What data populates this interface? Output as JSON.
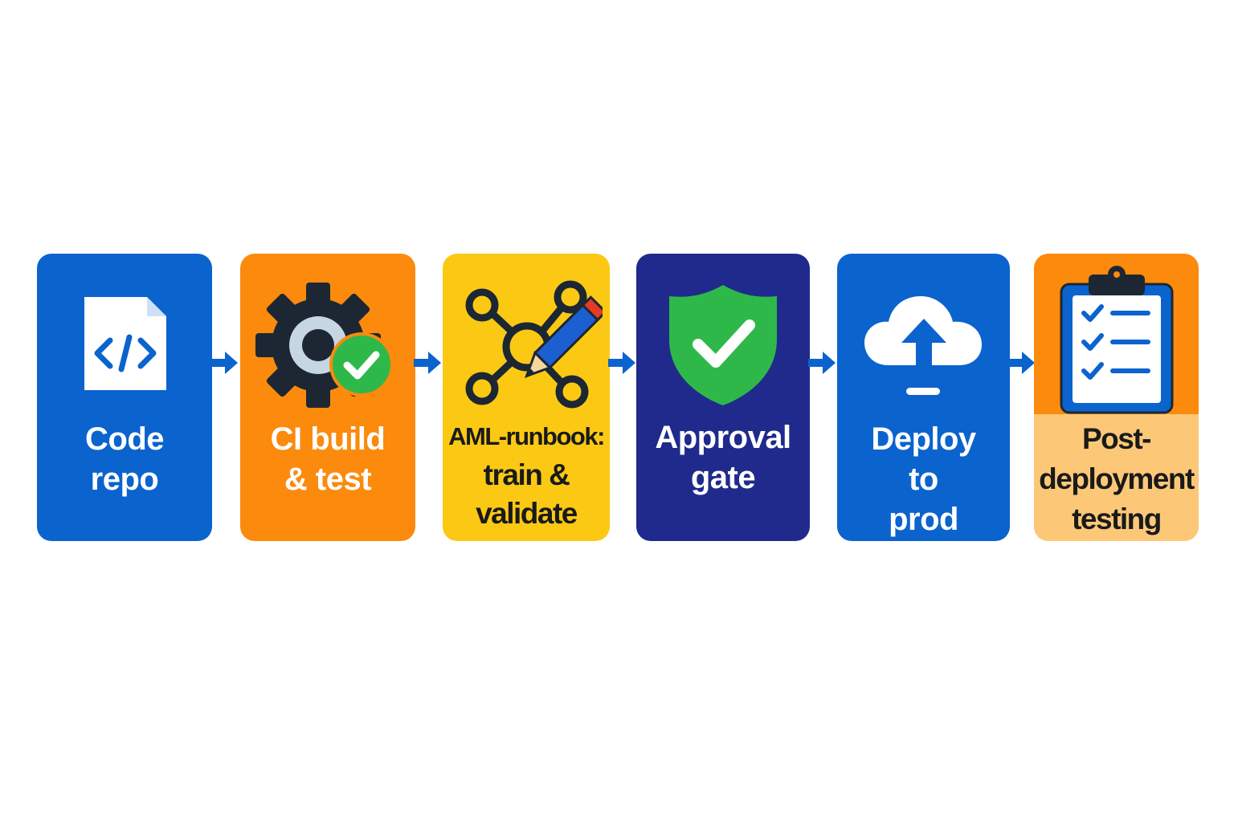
{
  "pipeline": {
    "steps": [
      {
        "id": "code-repo",
        "lines": [
          "Code",
          "repo"
        ],
        "icon": "code-file-icon",
        "bg": "#0b63ce",
        "text_color": "#ffffff"
      },
      {
        "id": "ci-build",
        "lines": [
          "CI build",
          "& test"
        ],
        "icon": "gear-check-icon",
        "bg": "#fb8a0d",
        "text_color": "#ffffff"
      },
      {
        "id": "aml-runbook",
        "lines": [
          "AML-runbook:",
          "train &",
          "validate"
        ],
        "icon": "network-pencil-icon",
        "bg": "#fbc914",
        "text_color": "#1a1a1a"
      },
      {
        "id": "approval-gate",
        "lines": [
          "Approval",
          "gate"
        ],
        "icon": "shield-check-icon",
        "bg": "#1f2a8c",
        "text_color": "#ffffff"
      },
      {
        "id": "deploy-prod",
        "lines": [
          "Deploy",
          "to",
          "prod"
        ],
        "icon": "cloud-upload-icon",
        "bg": "#0b63ce",
        "text_color": "#ffffff"
      },
      {
        "id": "post-deploy",
        "lines": [
          "Post-",
          "deployment",
          "testing"
        ],
        "icon": "clipboard-checklist-icon",
        "bg": "#fb8a0d",
        "text_color": "#1a1a1a"
      }
    ],
    "arrow_icon": "arrow-right-icon",
    "colors": {
      "arrow": "#0b63ce",
      "check_green": "#2fb84a",
      "dark_icon": "#1c2733"
    }
  }
}
